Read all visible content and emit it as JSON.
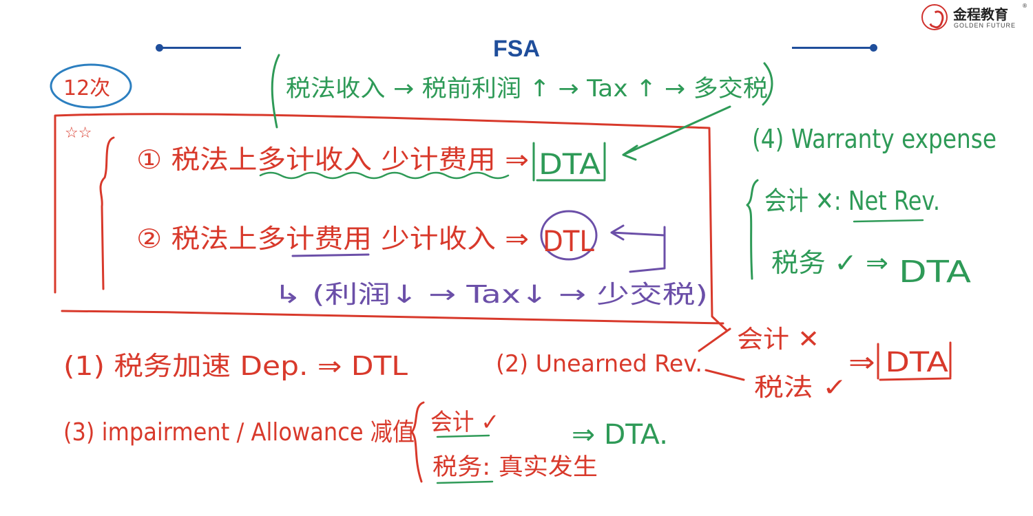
{
  "slide": {
    "title": "FSA",
    "logo": {
      "cn": "金程教育",
      "en": "GOLDEN FUTURE",
      "reg": "®"
    }
  },
  "colors": {
    "red": "#d8392b",
    "green": "#2e9a57",
    "purple": "#6b4fa8",
    "blue": "#2c7fc0",
    "navy": "#1f4e9b"
  },
  "notes": {
    "corner": "12次",
    "top_chain": "税法收入 → 税前利润 ↑ → Tax ↑ → 多交税",
    "stars": "☆☆",
    "item1": "① 税法上多计收入 少计费用 ⇒",
    "item1_result": "DTA",
    "item2": "② 税法上多计费用 少计收入 ⇒",
    "item2_result": "DTL",
    "item2_chain": "↳ (利润↓ → Tax↓ → 少交税)",
    "warranty_head": "(4) Warranty expense",
    "warranty_accounting": "会计 ✕: Net Rev.",
    "warranty_tax": "税务 ✓ ⇒",
    "warranty_result": "DTA",
    "dep_line": "(1) 税务加速 Dep. ⇒ DTL",
    "unearned_label": "(2) Unearned Rev.",
    "unearned_accounting": "会计 ✕",
    "unearned_tax": "税法 ✓",
    "unearned_result": "⇒ DTA",
    "impair_line": "(3) impairment / Allowance 减值",
    "impair_accounting": "会计 ✓",
    "impair_tax": "税务: 真实发生",
    "impair_result": "⇒ DTA."
  }
}
